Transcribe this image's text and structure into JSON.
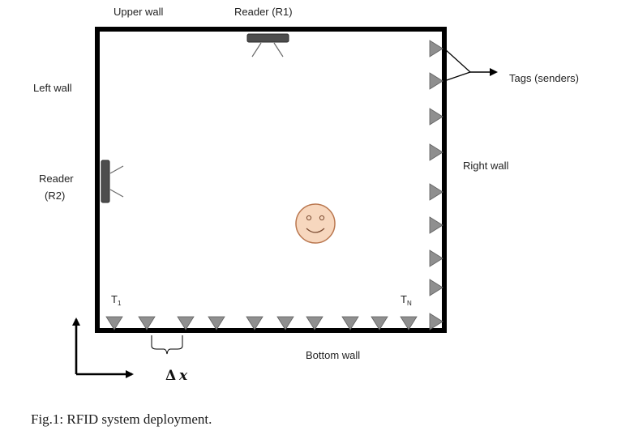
{
  "labels": {
    "upper_wall": "Upper wall",
    "reader_r1": "Reader (R1)",
    "left_wall": "Left wall",
    "tags_senders": "Tags (senders)",
    "right_wall": "Right wall",
    "reader_r2_line1": "Reader",
    "reader_r2_line2": "(R2)",
    "tag_first": "T",
    "tag_first_sub": "1",
    "tag_last": "T",
    "tag_last_sub": "N",
    "bottom_wall": "Bottom wall",
    "delta_symbol": "Δ",
    "delta_var": "x"
  },
  "caption": "Fig.1: RFID system deployment.",
  "colors": {
    "wall": "#000000",
    "tag": "#8f8f8f",
    "tag_stroke": "#5f5f5f",
    "reader": "#4d4d4d",
    "face": "#f7d7be",
    "face_stroke": "#b9764e"
  },
  "icons": {
    "person": "smiley-face-icon",
    "tag": "triangle-tag-icon",
    "reader": "reader-device-icon"
  }
}
